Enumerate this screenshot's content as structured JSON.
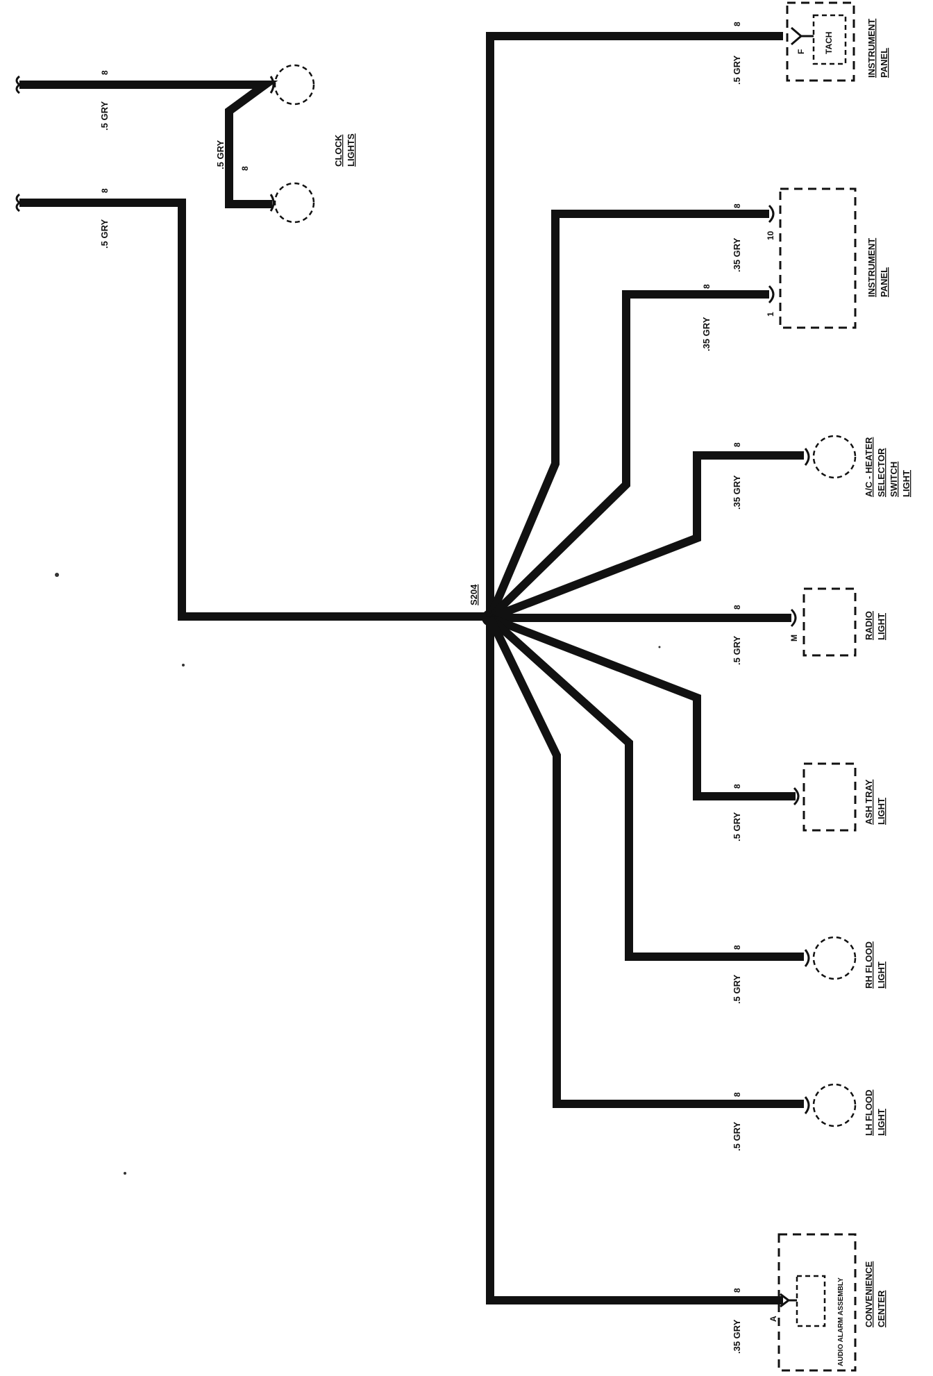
{
  "splice": {
    "label": "S204"
  },
  "wires": {
    "clock_top": {
      "gauge": ".5 GRY",
      "circuit": "8"
    },
    "clock_link": {
      "gauge": ".5 GRY",
      "circuit": "8"
    },
    "left_feed": {
      "gauge": ".5 GRY",
      "circuit": "8"
    },
    "tach": {
      "gauge": ".5 GRY",
      "circuit": "8"
    },
    "ip_10": {
      "gauge": ".35 GRY",
      "circuit": "8"
    },
    "ip_1": {
      "gauge": ".35 GRY",
      "circuit": "8"
    },
    "ac_heater": {
      "gauge": ".35 GRY",
      "circuit": "8"
    },
    "radio": {
      "gauge": ".5 GRY",
      "circuit": "8"
    },
    "ash_tray": {
      "gauge": ".5 GRY",
      "circuit": "8"
    },
    "rh_flood": {
      "gauge": ".5 GRY",
      "circuit": "8"
    },
    "lh_flood": {
      "gauge": ".5 GRY",
      "circuit": "8"
    },
    "convenience": {
      "gauge": ".35 GRY",
      "circuit": "8"
    }
  },
  "components": {
    "clock_lights": {
      "line1": "CLOCK",
      "line2": "LIGHTS"
    },
    "instrument_panel_tach": {
      "line1": "INSTRUMENT",
      "line2": "PANEL",
      "inner": "TACH",
      "pin": "F"
    },
    "instrument_panel": {
      "line1": "INSTRUMENT",
      "line2": "PANEL",
      "pin_a": "10",
      "pin_b": "1"
    },
    "ac_heater": {
      "line1": "A/C - HEATER",
      "line2": "SELECTOR",
      "line3": "SWITCH",
      "line4": "LIGHT"
    },
    "radio": {
      "line1": "RADIO",
      "line2": "LIGHT",
      "pin": "M"
    },
    "ash_tray": {
      "line1": "ASH TRAY",
      "line2": "LIGHT"
    },
    "rh_flood": {
      "line1": "RH FLOOD",
      "line2": "LIGHT"
    },
    "lh_flood": {
      "line1": "LH FLOOD",
      "line2": "LIGHT"
    },
    "convenience": {
      "line1": "CONVENIENCE",
      "line2": "CENTER",
      "inner": "AUDIO ALARM ASSEMBLY",
      "pin": "A"
    }
  }
}
